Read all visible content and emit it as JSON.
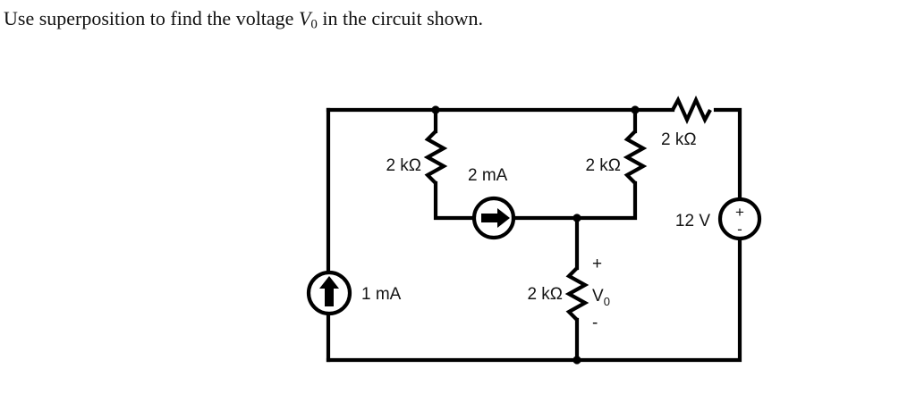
{
  "problem": {
    "text_before": "Use superposition to find the voltage ",
    "variable": "V",
    "variable_subscript": "0",
    "text_after": " in the circuit shown."
  },
  "circuit": {
    "title": "superposition-circuit",
    "colors": {
      "wire": "#000000",
      "label_text": "#141414",
      "background": "#ffffff"
    },
    "components": [
      {
        "id": "resistor-left-vertical",
        "type": "resistor",
        "label": "2 kΩ",
        "orientation": "vertical"
      },
      {
        "id": "current-source-2ma",
        "type": "current-source",
        "label": "2 mA",
        "direction": "right"
      },
      {
        "id": "resistor-mid-vertical",
        "type": "resistor",
        "label": "2 kΩ",
        "orientation": "vertical"
      },
      {
        "id": "resistor-top-horizontal",
        "type": "resistor",
        "label": "2 kΩ",
        "orientation": "horizontal"
      },
      {
        "id": "voltage-source-12v",
        "type": "voltage-source",
        "label": "12 V",
        "plus_sign": "+",
        "minus_sign": "-"
      },
      {
        "id": "current-source-1ma",
        "type": "current-source",
        "label": "1 mA",
        "direction": "up"
      },
      {
        "id": "resistor-output-vertical",
        "type": "resistor",
        "label": "2 kΩ",
        "orientation": "vertical"
      }
    ],
    "labels": {
      "r_left": "2 kΩ",
      "src_2ma": "2 mA",
      "r_mid": "2 kΩ",
      "r_top": "2 kΩ",
      "src_12v": "12 V",
      "src_1ma": "1 mA",
      "r_out": "2 kΩ",
      "vout_name": "V",
      "vout_subscript": "0",
      "vout_plus": "+",
      "vout_minus": "-",
      "vsrc_plus": "+",
      "vsrc_minus": "-"
    }
  }
}
